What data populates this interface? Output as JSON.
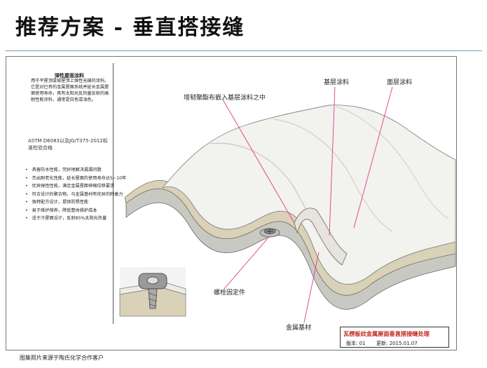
{
  "slide": {
    "title": "推荐方案 - 垂直搭接缝",
    "footnote": "图集照片来源于陶氏化学合作客户"
  },
  "product_panel": {
    "name": "弹性屋面涂料",
    "description": "用于平屋顶或坡屋顶上弹性无缝的涂料。它是对已有的金属屋面系统并延长金属屋面使用寿命，具有太阳光反热量反射的高耐性能涂料，通常是白色或浅色。",
    "standard": "ASTM D6083以及JG/T375-2012标准检验合格",
    "features": [
      "具备防水性能，完好地解决漏漏问题",
      "杰出耐老化性能，延长屋面的使用寿命达5~10年",
      "优异弹性性能，满足金属屋面伸缩位移要求",
      "符合设计的聚合物，与金属基材有优异的附着力",
      "独特配方设计，提供防锈性能",
      "易于维护保养，降低整体维护成本",
      "适于冷屋面设计，反射85%太阳光热量"
    ]
  },
  "callouts": {
    "mesh": "增韧聚酯布嵌入基层涂料之中",
    "base_coat": "基层涂料",
    "top_coat": "面层涂料",
    "fastener": "螺栓固定件",
    "substrate": "金属基材"
  },
  "info_box": {
    "title": "瓦楞板纹金属屋面垂直搭接缝处理",
    "version": "版本: 01",
    "updated": "更新: 2015.01.07"
  },
  "colors": {
    "accent_red": "#c0281c",
    "pointer_magenta": "#e23a8c",
    "roof_white": "#f2f2ef",
    "base_coat_beige": "#d9d1b8"
  }
}
